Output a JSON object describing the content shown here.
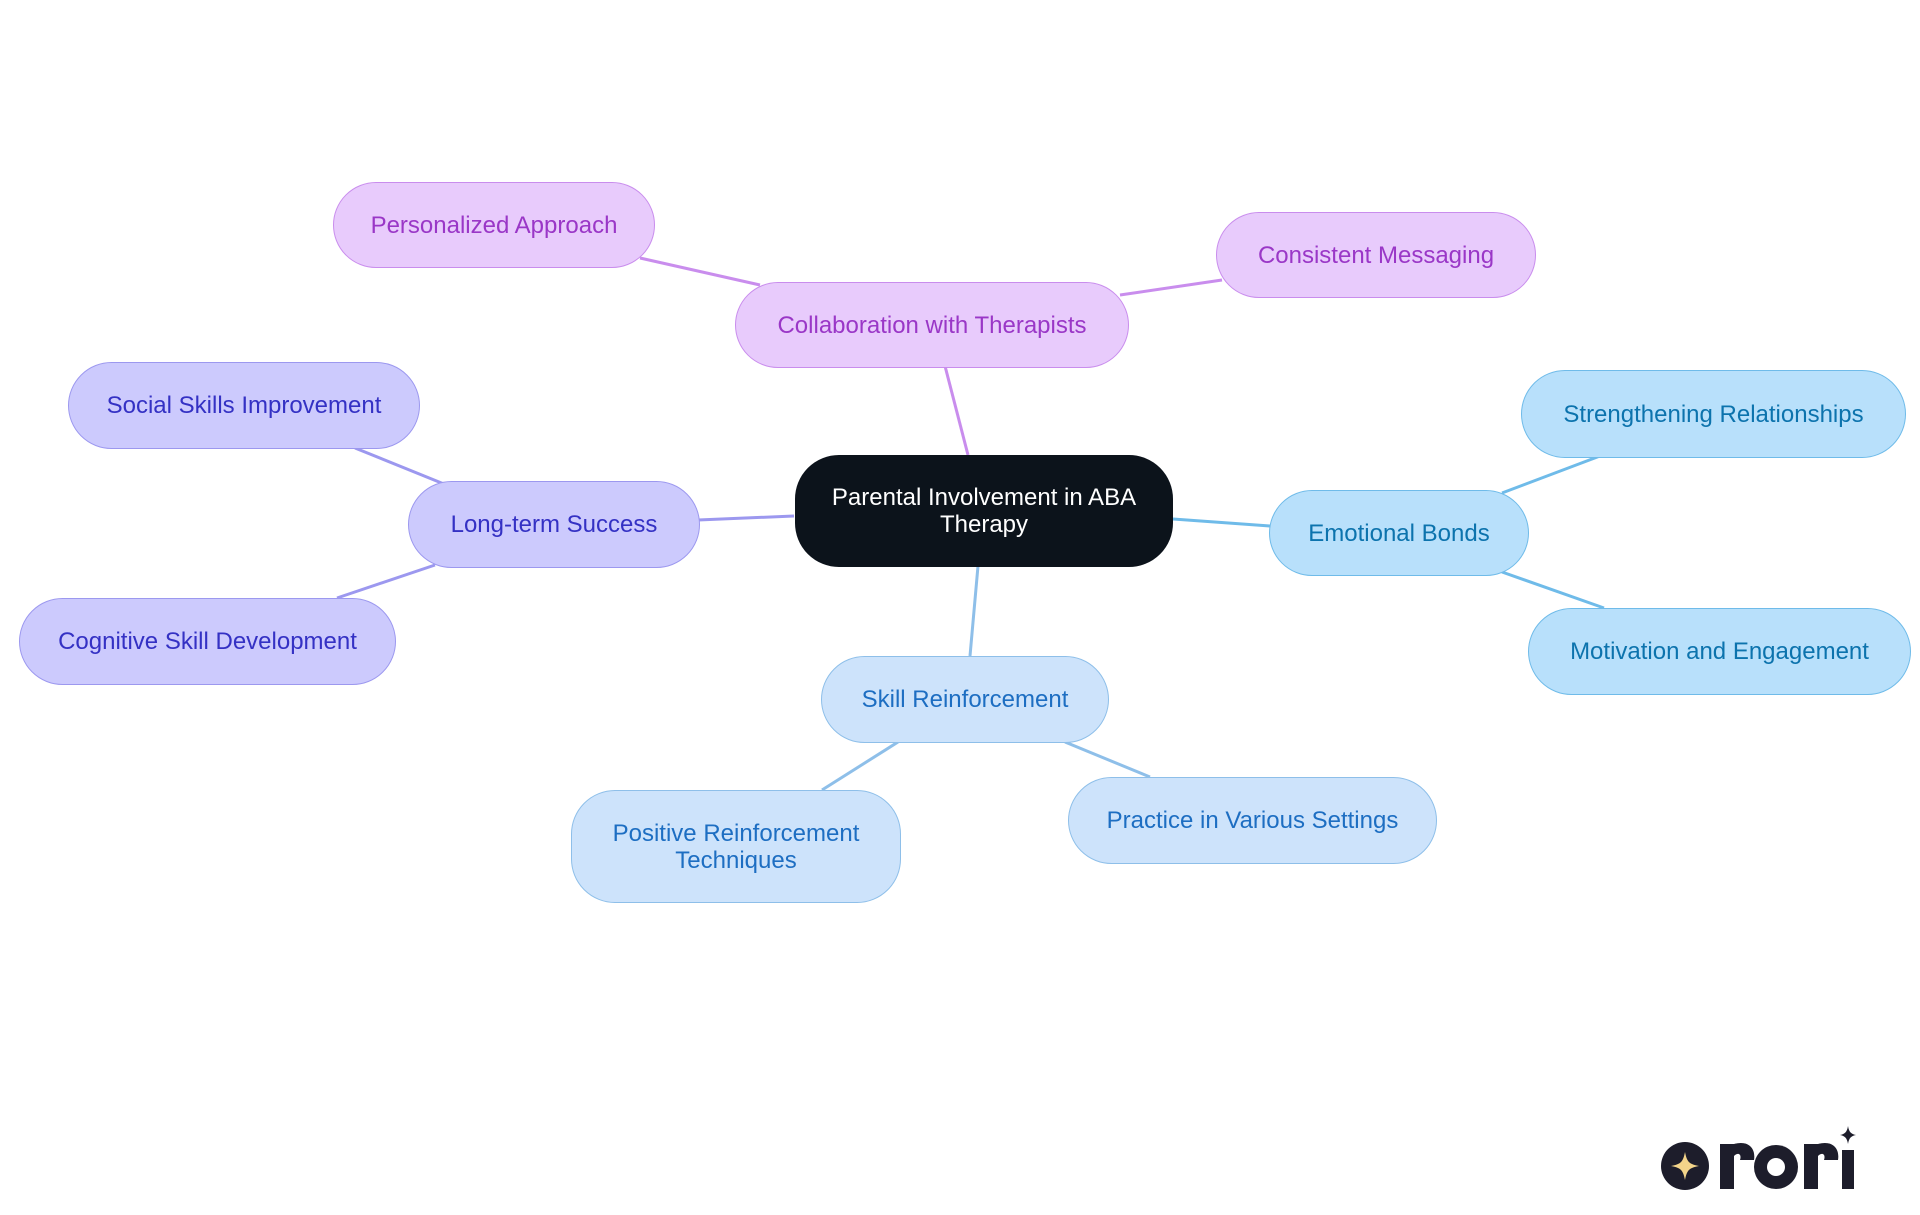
{
  "mindmap": {
    "center": {
      "label": "Parental Involvement in ABA Therapy"
    },
    "branches": [
      {
        "label": "Collaboration with Therapists",
        "color": "#c98ded",
        "children": [
          {
            "label": "Personalized Approach"
          },
          {
            "label": "Consistent Messaging"
          }
        ]
      },
      {
        "label": "Long-term Success",
        "color": "#9c98ef",
        "children": [
          {
            "label": "Social Skills Improvement"
          },
          {
            "label": "Cognitive Skill Development"
          }
        ]
      },
      {
        "label": "Emotional Bonds",
        "color": "#6fbbe9",
        "children": [
          {
            "label": "Strengthening Relationships"
          },
          {
            "label": "Motivation and Engagement"
          }
        ]
      },
      {
        "label": "Skill Reinforcement",
        "color": "#8ebfe9",
        "children": [
          {
            "label": "Positive Reinforcement Techniques"
          },
          {
            "label": "Practice in Various Settings"
          }
        ]
      }
    ]
  },
  "logo": {
    "text": "rori",
    "icon": "sparkle-icon"
  }
}
